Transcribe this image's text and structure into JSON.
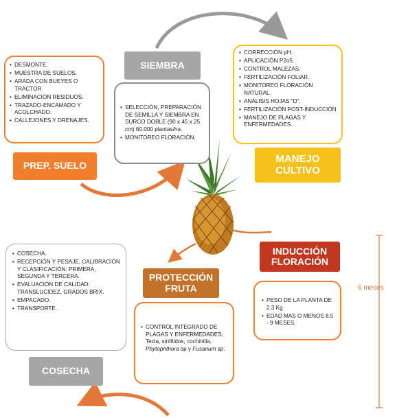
{
  "stages": {
    "prep_suelo": {
      "title": "PREP. SUELO",
      "items": [
        "DESMONTE.",
        "MUESTRA DE SUELOS.",
        "ARADA CON BUEYES O TRACTOR",
        "ELIMINACIÓN RESIDUOS.",
        "TRAZADO-ENCAMADO Y ACOLCHADO.",
        "CALLEJONES Y DRENAJES."
      ]
    },
    "siembra": {
      "title": "SIEMBRA",
      "items": [
        "SELECCIÓN, PREPARACIÓN DE SEMILLA Y SIEMBRA EN SURCO DOBLE (90 x 45 x 25 cm) 60.000 plantas/ha.",
        "MONITOREO FLORACIÓN."
      ]
    },
    "manejo_cultivo": {
      "title": "MANEJO CULTIVO",
      "items": [
        "CORRECCIÓN pH.",
        "APLICACIÓN P2o5.",
        "CONTROL MALEZAS.",
        "FERTILIZACIÓN FOLIAR.",
        "MONITOREO FLORACIÓN NATURAL.",
        "ANÁLISIS HOJAS \"D\".",
        "FERTILIZACIÓN POST-INDUCCIÓN",
        "MANEJO DE PLAGAS Y ENFERMEDADES."
      ]
    },
    "induccion": {
      "title": "INDUCCIÓN FLORACIÓN",
      "items": [
        "PESO DE LA PLANTA DE 2.3 Kg",
        "EDAD MAS O MENOS 8.5 - 9 MESES."
      ]
    },
    "proteccion": {
      "title": "PROTECCIÓN FRUTA",
      "item_prefix": "CONTROL INTEGRADO DE PLAGAS Y ENFERMEDADES: Tecla, sinfílidos, cochinilla, ",
      "item_italic_1": "Phytophthora",
      "item_mid": " sp y ",
      "item_italic_2": "Fusarium",
      "item_suffix": " sp."
    },
    "cosecha": {
      "title": "COSECHA",
      "items": [
        "COSECHA.",
        "RECEPCIÓN Y PESAJE, CALIBRACIÓN Y CLASIFICACIÓN: PRIMERA, SEGUNDA Y TERCERA.",
        "EVALUACIÓN DE CALIDAD: TRANSLUCIDEZ, GRADOS BRIX.",
        "EMPACADO.",
        "TRANSPORTE."
      ]
    }
  },
  "duration_label": "6 meses",
  "colors": {
    "orange": "#f07f2d",
    "gray": "#a6a6a6",
    "yellow": "#f6c11a",
    "red": "#c1371f",
    "brown": "#c3722a",
    "arrow_orange": "#e2783a",
    "arrow_gray": "#999999",
    "box_gray_border": "#8c8c8c",
    "timeline": "#e39a6e"
  },
  "image": {
    "icon": "pineapple-icon"
  }
}
